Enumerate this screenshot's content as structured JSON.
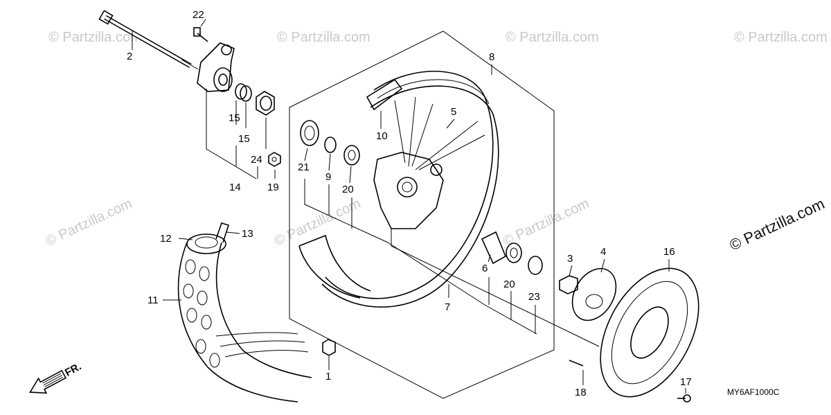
{
  "diagram": {
    "diagram_code": "MY6AF1000C",
    "front_indicator": "FR.",
    "watermarks": [
      "© Partzilla.com"
    ],
    "watermark_emphasis": "© Partzilla.com",
    "callouts": [
      "1",
      "2",
      "3",
      "4",
      "5",
      "6",
      "7",
      "8",
      "9",
      "10",
      "11",
      "12",
      "13",
      "14",
      "15",
      "15",
      "16",
      "17",
      "18",
      "19",
      "20",
      "20",
      "21",
      "22",
      "23",
      "24"
    ]
  }
}
